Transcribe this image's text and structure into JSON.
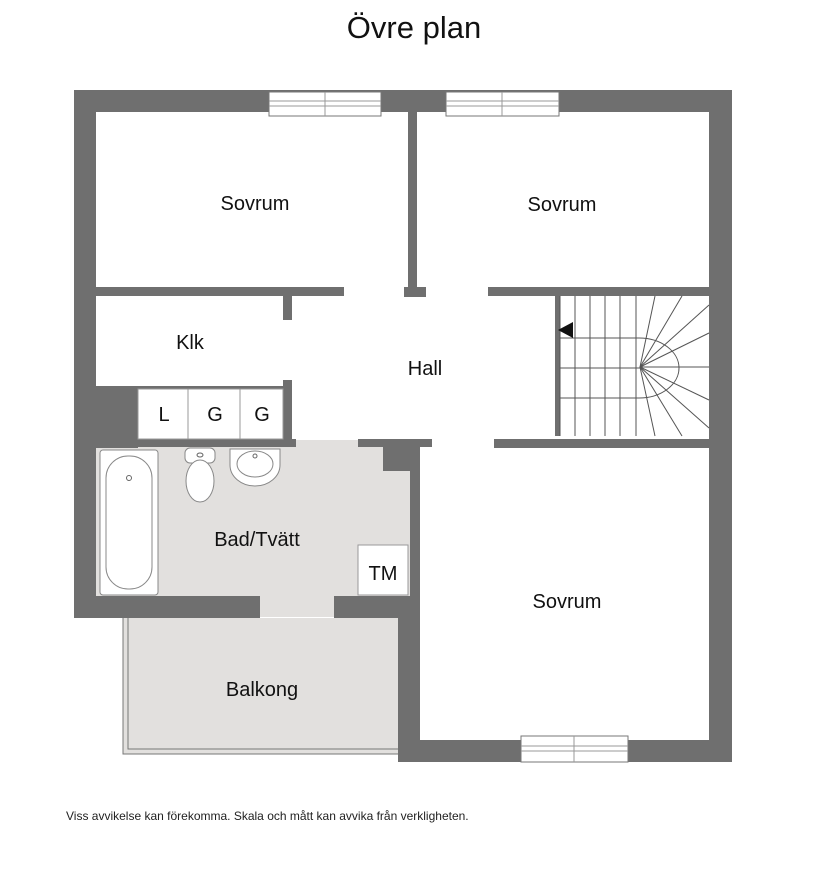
{
  "title": "Övre plan",
  "disclaimer": "Viss avvikelse kan förekomma. Skala och mått kan avvika från verkligheten.",
  "rooms": {
    "sovrum_top_left": "Sovrum",
    "sovrum_top_right": "Sovrum",
    "klk": "Klk",
    "hall": "Hall",
    "bad": "Bad/Tvätt",
    "tm": "TM",
    "sovrum_bottom": "Sovrum",
    "balkong": "Balkong"
  },
  "closets": {
    "l": "L",
    "g1": "G",
    "g2": "G"
  },
  "colors": {
    "wall": "#6f6f6f",
    "wet_floor": "#e2e0de",
    "line": "#222222"
  },
  "icons": [
    "bathtub",
    "toilet",
    "sink",
    "staircase",
    "window"
  ]
}
